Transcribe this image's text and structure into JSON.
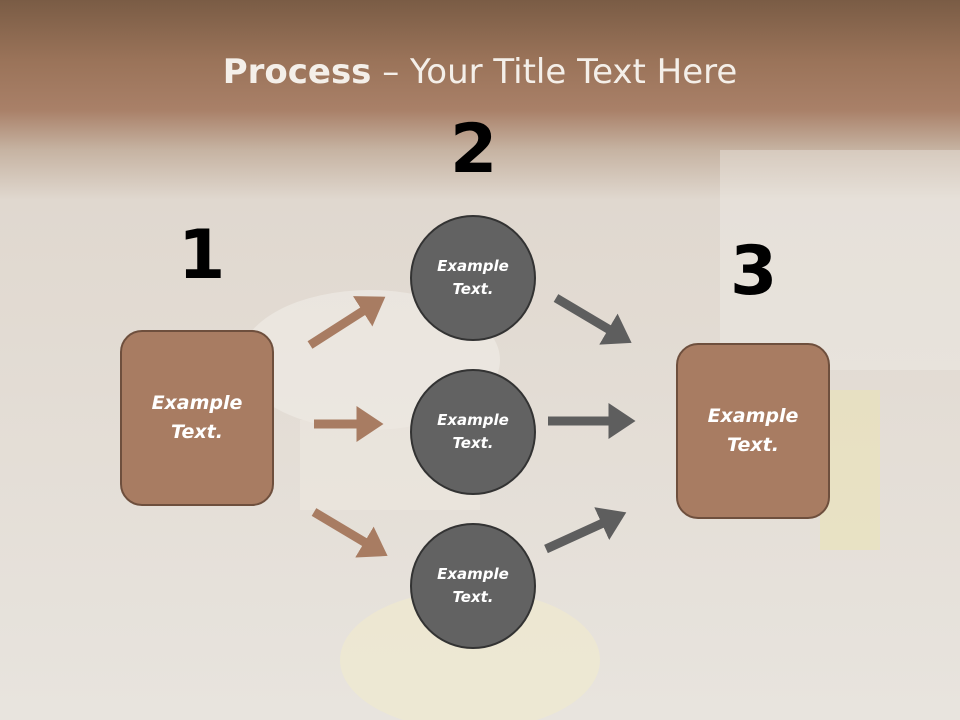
{
  "slide": {
    "title_bold": "Process",
    "title_rest": " – Your Title Text Here"
  },
  "steps": [
    {
      "number": "1",
      "text": "Example\nText."
    },
    {
      "number": "2",
      "text": "Example\nText."
    },
    {
      "number": "3",
      "text": "Example\nText."
    }
  ],
  "middle_circles": [
    {
      "text": "Example\nText."
    },
    {
      "text": "Example\nText."
    },
    {
      "text": "Example\nText."
    }
  ],
  "colors": {
    "box_fill": "#a87c62",
    "circle_fill": "#626262",
    "arrow_left": "#a87c62",
    "arrow_right": "#5e5e5e"
  }
}
